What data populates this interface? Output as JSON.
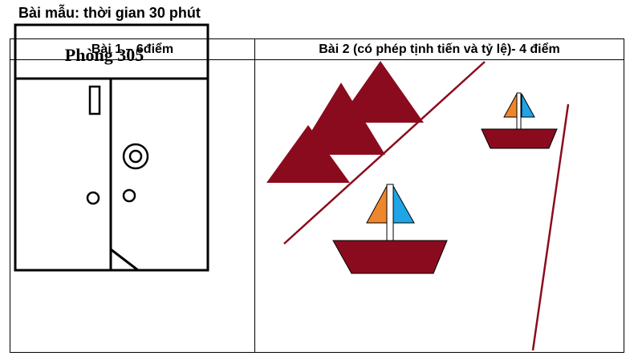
{
  "page": {
    "title": "Bài mẫu: thời gian 30 phút"
  },
  "table": {
    "columns": [
      {
        "header": "Bài 1 – 6điểm"
      },
      {
        "header": "Bài 2 (có phép tịnh tiến và tỷ lệ)- 4 điểm"
      }
    ]
  },
  "exercise1": {
    "room_label": "Phòng 305"
  },
  "colors": {
    "mountain": "#8b0b1e",
    "boat_hull": "#8b0b1e",
    "line": "#8b0b1e",
    "sail_left": "#f0862c",
    "sail_right": "#1fa4e6",
    "outline": "#000000"
  }
}
